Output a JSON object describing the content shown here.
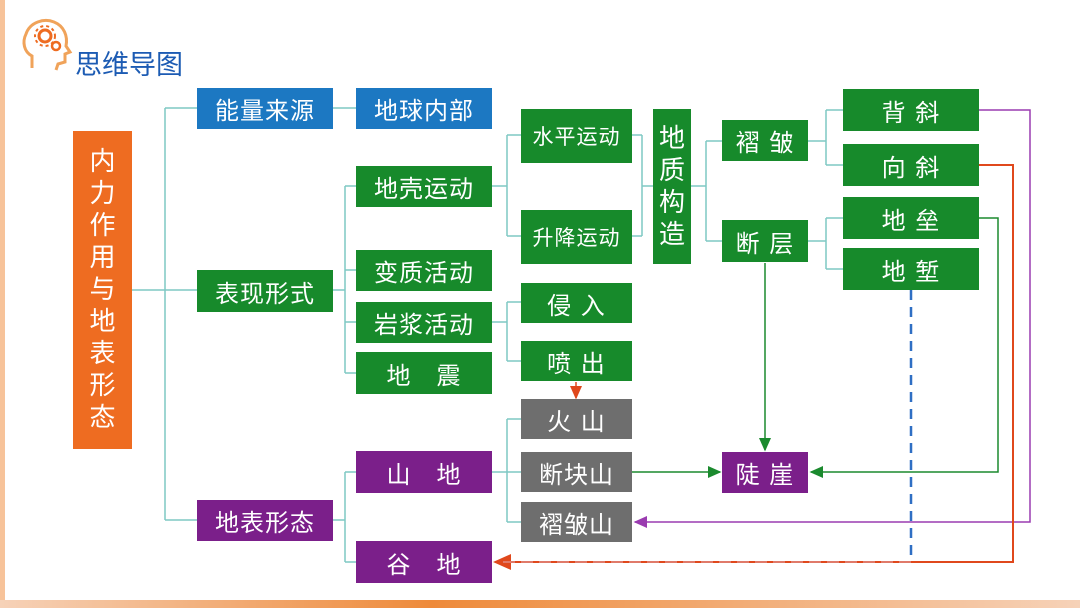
{
  "header": {
    "title": "思维导图"
  },
  "nodes": {
    "root": "内力作用与地表形态",
    "energy": "能量来源",
    "inner": "地球内部",
    "forms": "表现形式",
    "crust": "地壳运动",
    "meta": "变质活动",
    "magma": "岩浆活动",
    "quake": "地　震",
    "horizontal": "水平运动",
    "vertical": "升降运动",
    "intrude": "侵 入",
    "erupt": "喷 出",
    "structure": "地质构造",
    "fold": "褶 皱",
    "fault": "断 层",
    "anticline": "背 斜",
    "syncline": "向 斜",
    "horst": "地 垒",
    "graben": "地 堑",
    "landform": "地表形态",
    "mountain": "山　地",
    "valley": "谷　地",
    "volcano": "火 山",
    "blockmtn": "断块山",
    "foldmtn": "褶皱山",
    "cliff": "陡 崖"
  },
  "colors": {
    "green": "#178a2b",
    "blue": "#1c78c2",
    "purple": "#7b1f8a",
    "gray": "#6e6e6e",
    "orange": "#ee6c21",
    "connector": "#7fc8c4",
    "arrow_green": "#1b8a2e",
    "arrow_purple": "#9a3bb0",
    "arrow_red": "#e0481c",
    "dashed_blue": "#2f6fc4",
    "dashed_red": "#e07a6a"
  }
}
